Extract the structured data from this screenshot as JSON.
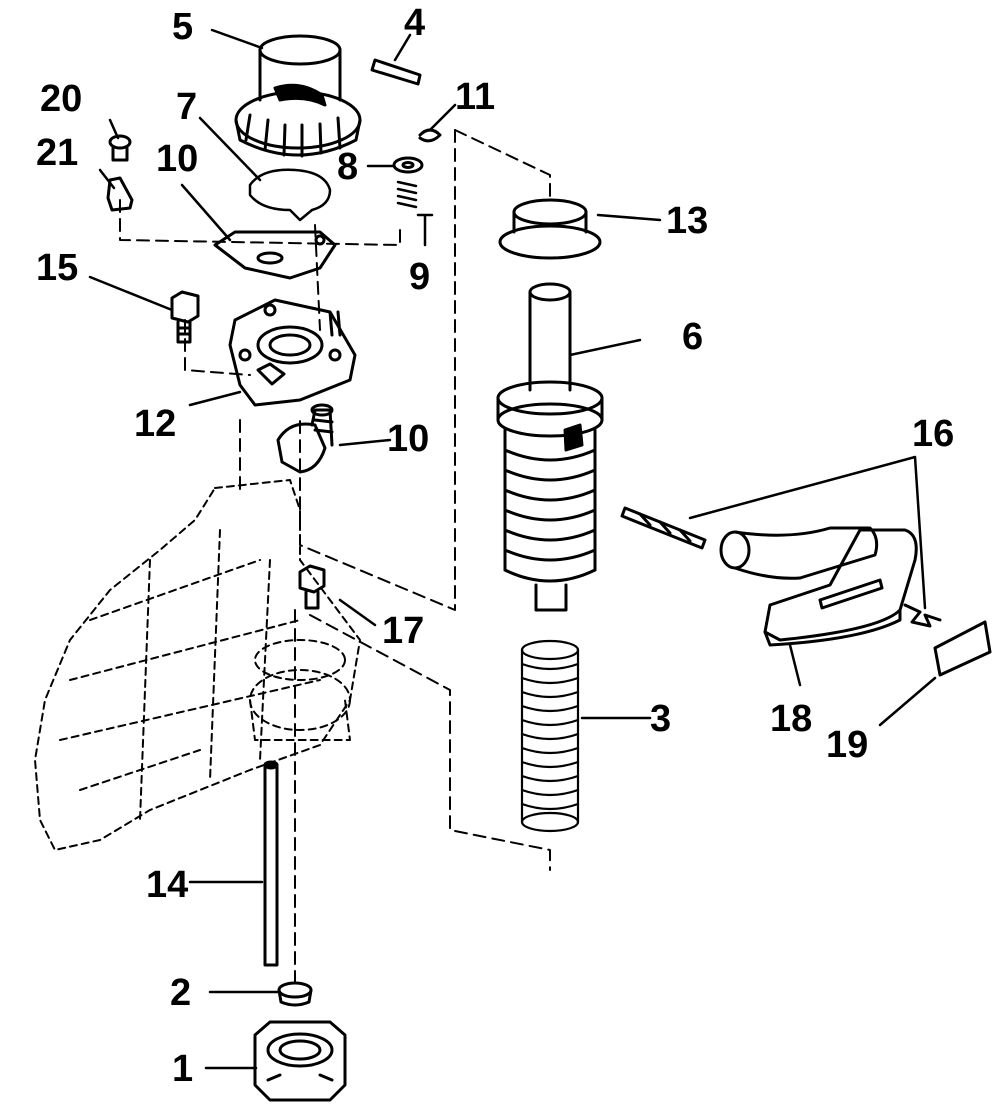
{
  "diagram": {
    "type": "exploded-parts-view",
    "ink_color": "#000000",
    "paper_color": "#ffffff",
    "callouts": [
      {
        "id": "c1",
        "label": "1"
      },
      {
        "id": "c2",
        "label": "2"
      },
      {
        "id": "c3",
        "label": "3"
      },
      {
        "id": "c4",
        "label": "4"
      },
      {
        "id": "c5",
        "label": "5"
      },
      {
        "id": "c6",
        "label": "6"
      },
      {
        "id": "c7",
        "label": "7"
      },
      {
        "id": "c8",
        "label": "8"
      },
      {
        "id": "c9",
        "label": "9"
      },
      {
        "id": "c10a",
        "label": "10"
      },
      {
        "id": "c10b",
        "label": "10"
      },
      {
        "id": "c11",
        "label": "11"
      },
      {
        "id": "c12",
        "label": "12"
      },
      {
        "id": "c13",
        "label": "13"
      },
      {
        "id": "c14",
        "label": "14"
      },
      {
        "id": "c15",
        "label": "15"
      },
      {
        "id": "c16",
        "label": "16"
      },
      {
        "id": "c17",
        "label": "17"
      },
      {
        "id": "c18",
        "label": "18"
      },
      {
        "id": "c19",
        "label": "19"
      },
      {
        "id": "c20",
        "label": "20"
      },
      {
        "id": "c21",
        "label": "21"
      }
    ]
  }
}
